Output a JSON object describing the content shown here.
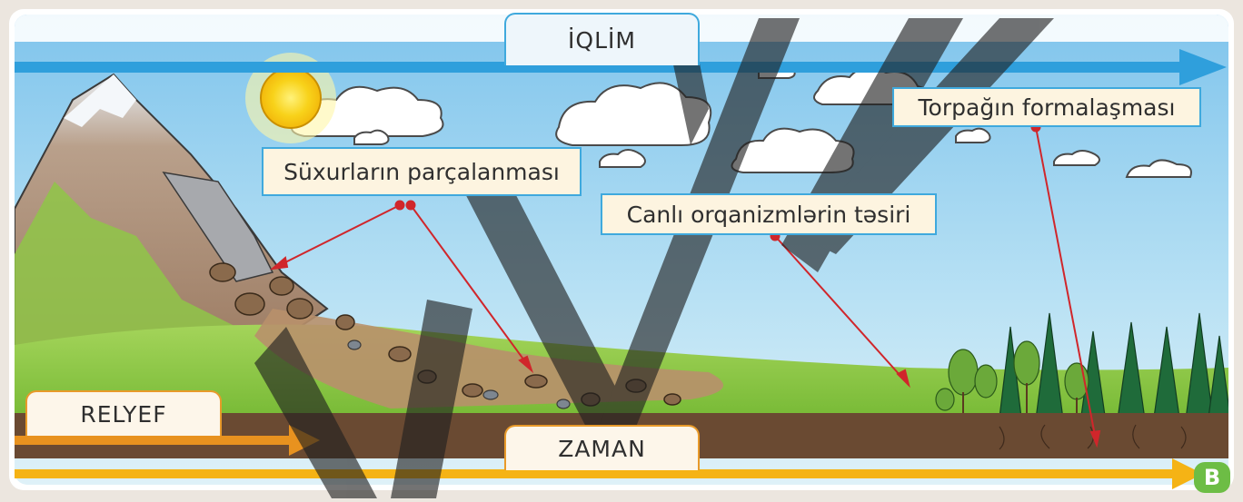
{
  "labels": {
    "climate": "İQLİM",
    "weathering": "Süxurların parçalanması",
    "organisms": "Canlı orqanizmlərin təsiri",
    "soil_formation": "Torpağın formalaşması",
    "relief": "RELYEF",
    "time": "ZAMAN"
  },
  "badge": "B",
  "colors": {
    "climate_arrow": "#2f9fdc",
    "relief_arrow": "#e8921f",
    "time_arrow": "#f5b315",
    "pointer": "#d0262b",
    "label_border": "#3fa9dd",
    "badge": "#6dbd45",
    "sky": "#a9d9f1",
    "grass": "#8cc63e",
    "soil": "#6a4a32"
  },
  "icons": [
    "sun-icon",
    "cloud-icon",
    "mountain-icon",
    "tree-icon",
    "rock-icon"
  ]
}
